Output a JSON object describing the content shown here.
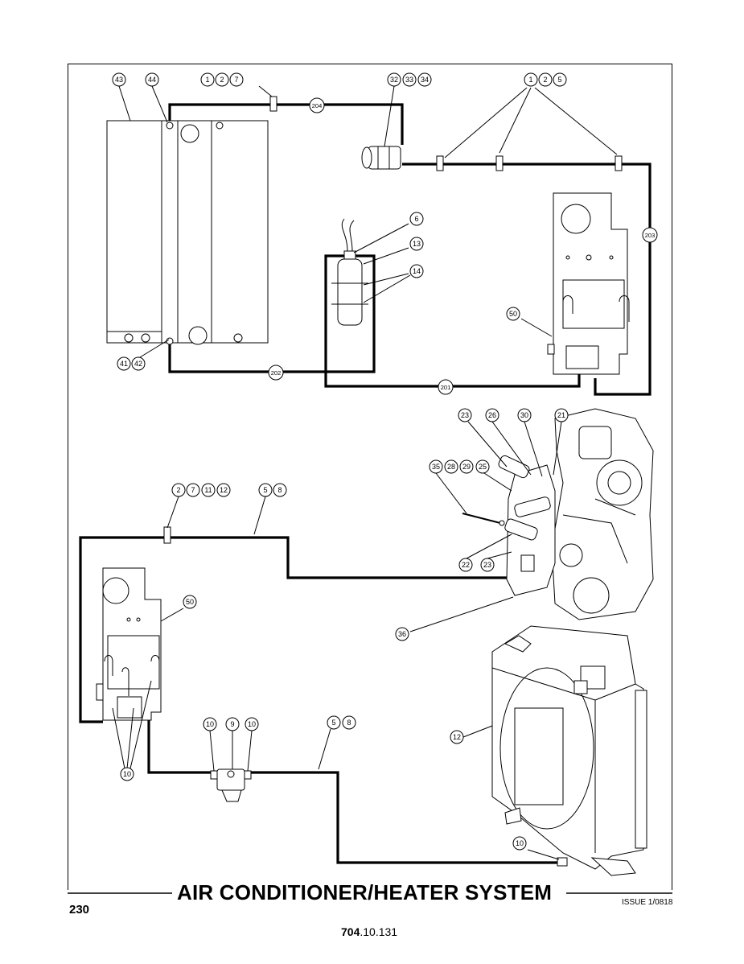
{
  "page": {
    "title": "AIR CONDITIONER/HEATER SYSTEM",
    "page_number": "230",
    "issue": "ISSUE  1/0818",
    "doc_number_bold": "704",
    "doc_number_rest": ".10.131"
  },
  "callout_labels": {
    "c43": "43",
    "c44": "44",
    "c1a": "1",
    "c2a": "2",
    "c7a": "7",
    "c32": "32",
    "c33": "33",
    "c34": "34",
    "c1b": "1",
    "c2b": "2",
    "c5a": "5",
    "c204": "204",
    "c203": "203",
    "c202": "202",
    "c201": "201",
    "c6": "6",
    "c13": "13",
    "c14": "14",
    "c41": "41",
    "c42": "42",
    "c50a": "50",
    "c23a": "23",
    "c26": "26",
    "c30": "30",
    "c21": "21",
    "c35": "35",
    "c28": "28",
    "c29": "29",
    "c25": "25",
    "c22": "22",
    "c23b": "23",
    "c2c": "2",
    "c7c": "7",
    "c11": "11",
    "c12a": "12",
    "c5b": "5",
    "c8a": "8",
    "c50b": "50",
    "c36": "36",
    "c10a": "10",
    "c10b": "10",
    "c9": "9",
    "c10c": "10",
    "c5c": "5",
    "c8b": "8",
    "c12b": "12",
    "c10d": "10"
  }
}
